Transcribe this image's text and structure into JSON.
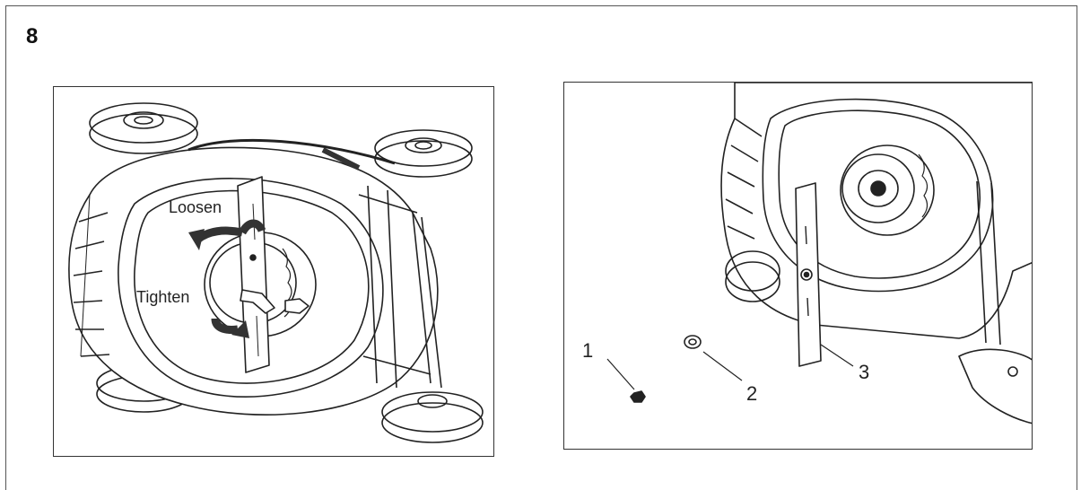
{
  "step": {
    "number": "8"
  },
  "left_figure": {
    "loosen_label": "Loosen",
    "tighten_label": "Tighten"
  },
  "right_figure": {
    "callouts": [
      "1",
      "2",
      "3"
    ]
  }
}
